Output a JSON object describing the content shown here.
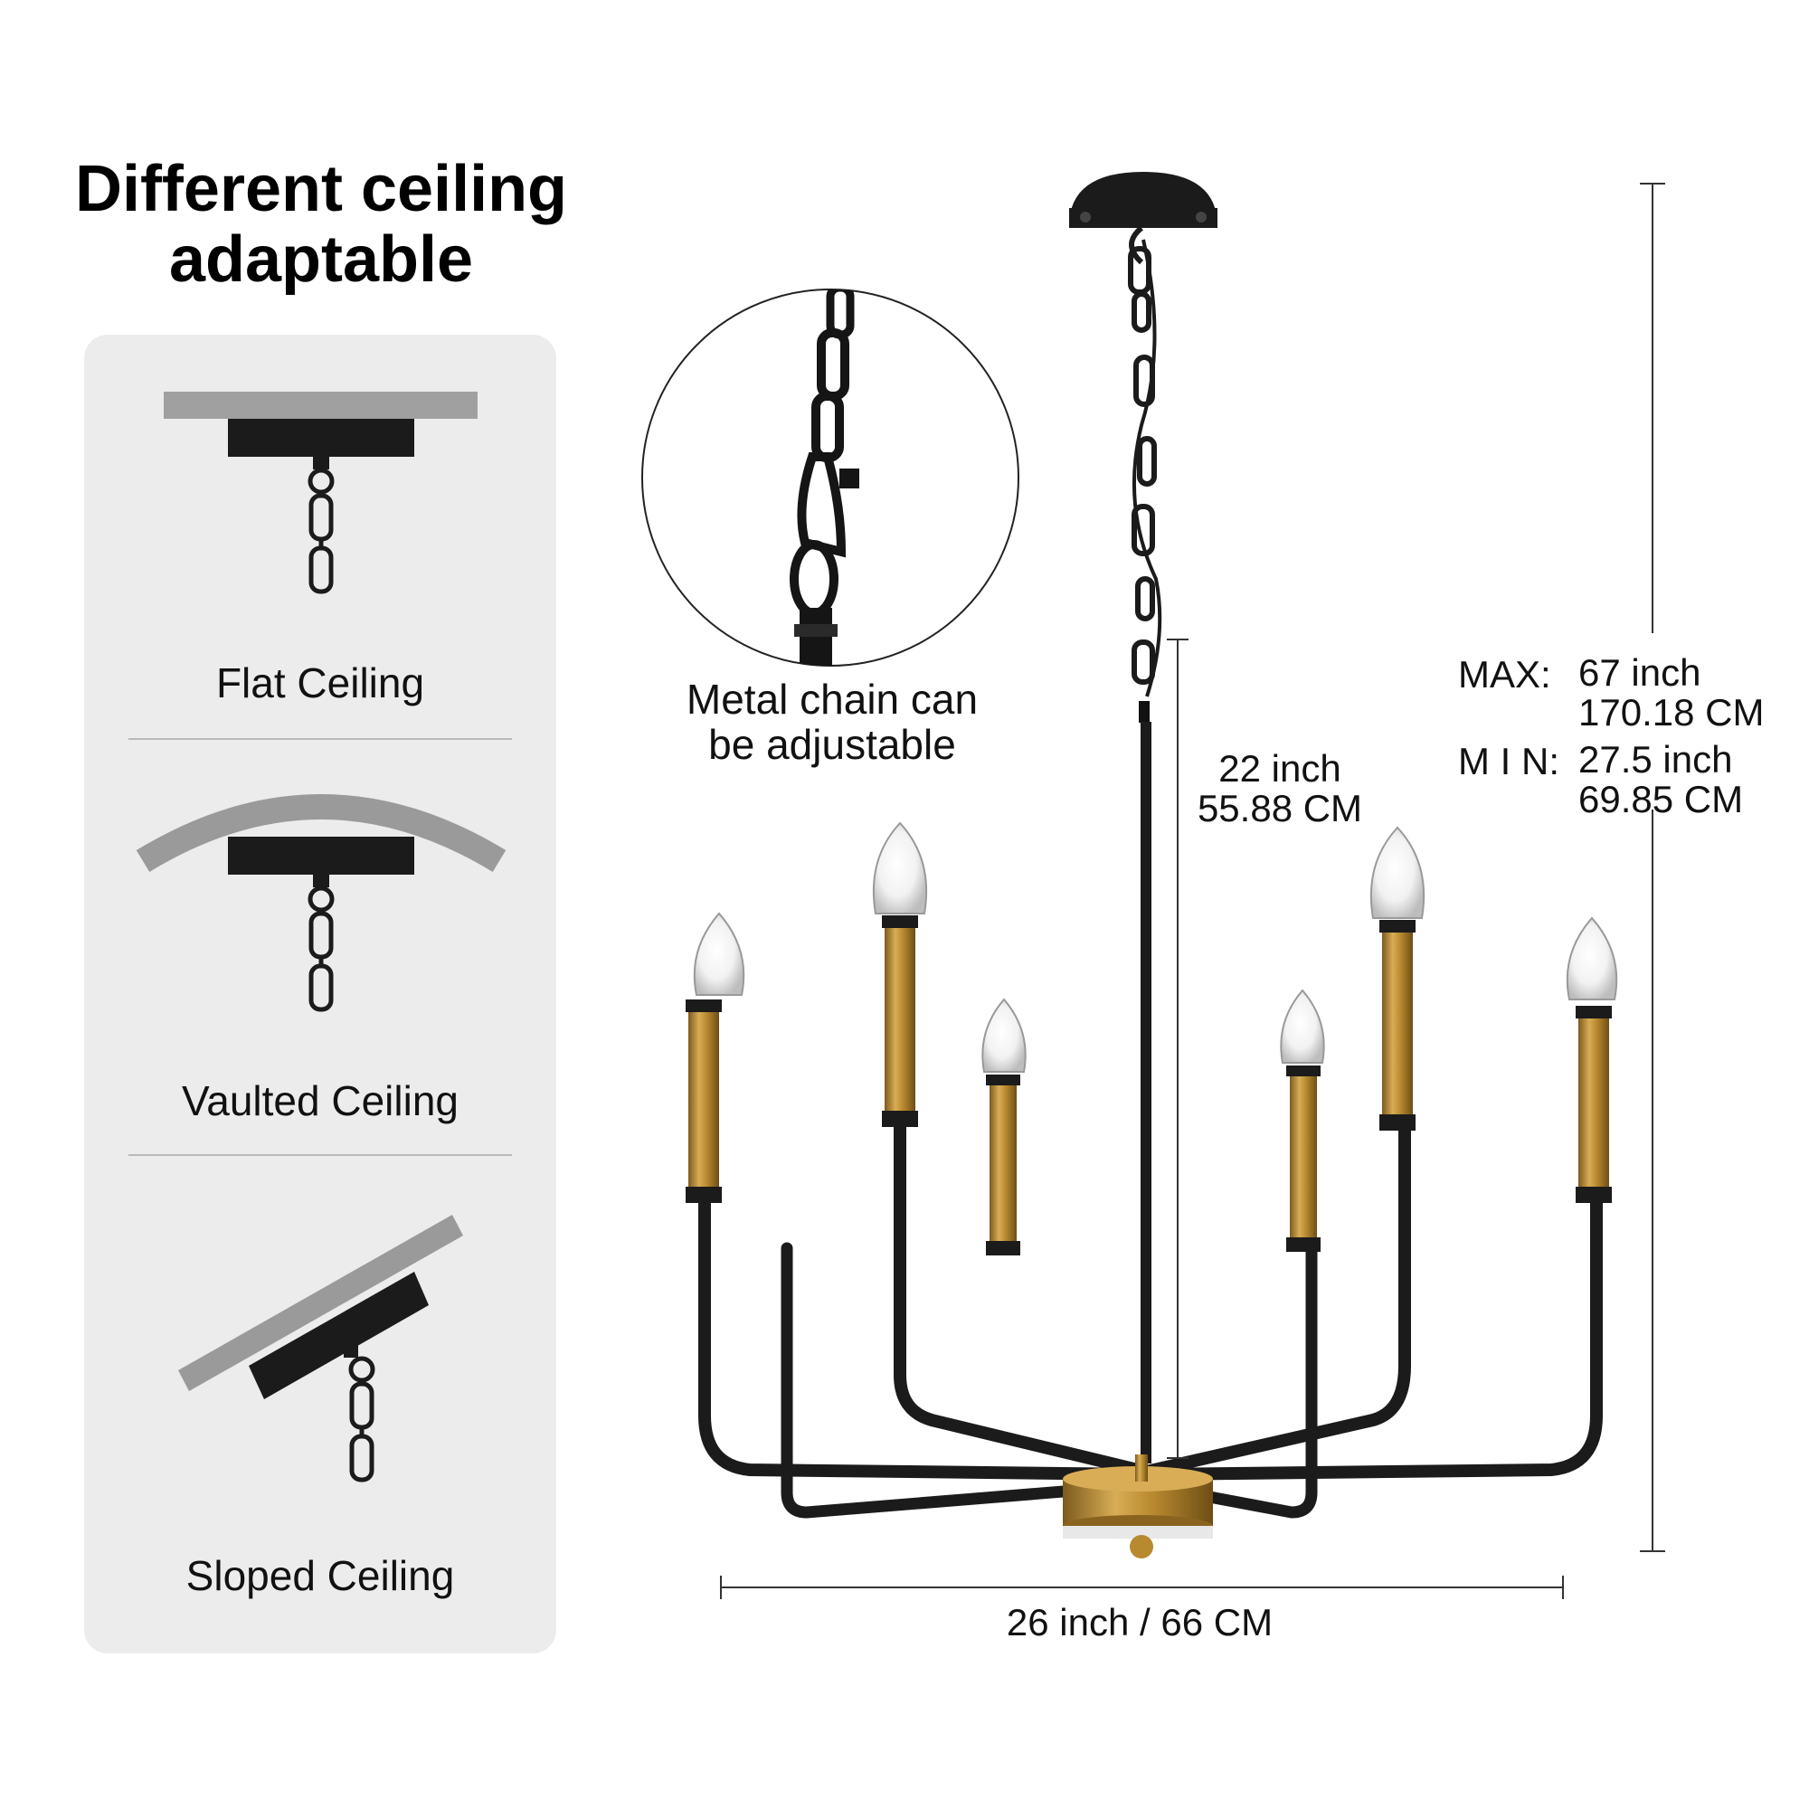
{
  "heading": {
    "line1": "Different ceiling",
    "line2": "adaptable"
  },
  "ceiling_types": [
    {
      "label": "Flat Ceiling"
    },
    {
      "label": "Vaulted Ceiling"
    },
    {
      "label": "Sloped Ceiling"
    }
  ],
  "chain_callout": {
    "line1": "Metal chain can",
    "line2": "be adjustable"
  },
  "dimensions": {
    "width": "26 inch / 66 CM",
    "body_height_inch": "22 inch",
    "body_height_cm": "55.88 CM",
    "max_label": "MAX:",
    "max_inch": "67 inch",
    "max_cm": "170.18 CM",
    "min_label": "M I N:",
    "min_inch": "27.5 inch",
    "min_cm": "69.85 CM"
  },
  "colors": {
    "matte_black": "#1b1b1b",
    "brass": "#b8892f",
    "panel_gray": "#ececec",
    "ceiling_gray": "#9a9a9a"
  }
}
